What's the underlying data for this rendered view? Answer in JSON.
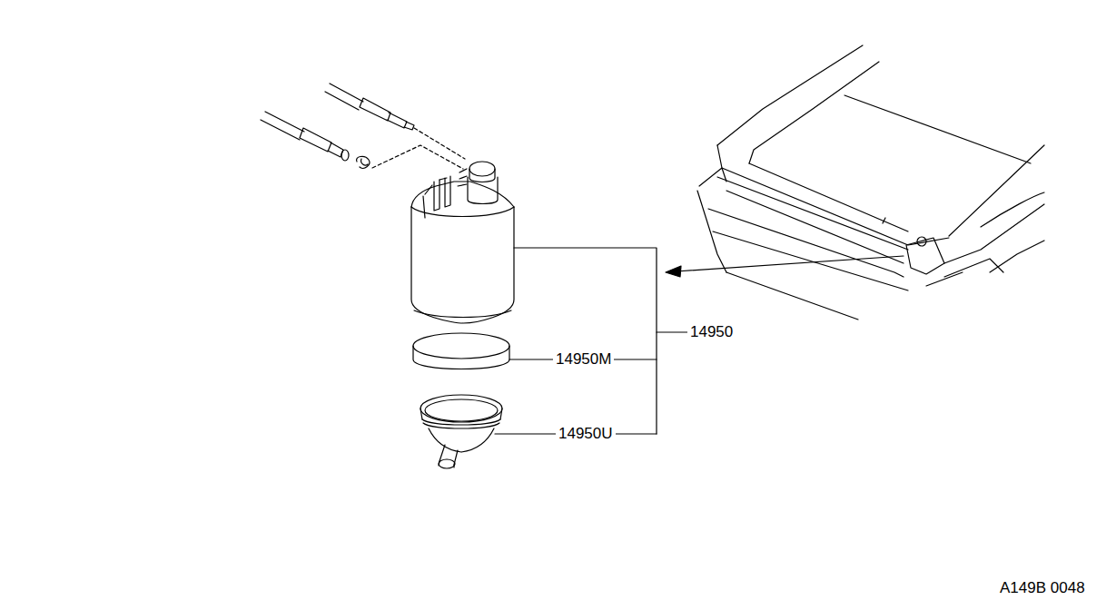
{
  "diagram": {
    "labels": [
      "14950",
      "14950M",
      "14950U",
      "A149B 0048"
    ]
  }
}
